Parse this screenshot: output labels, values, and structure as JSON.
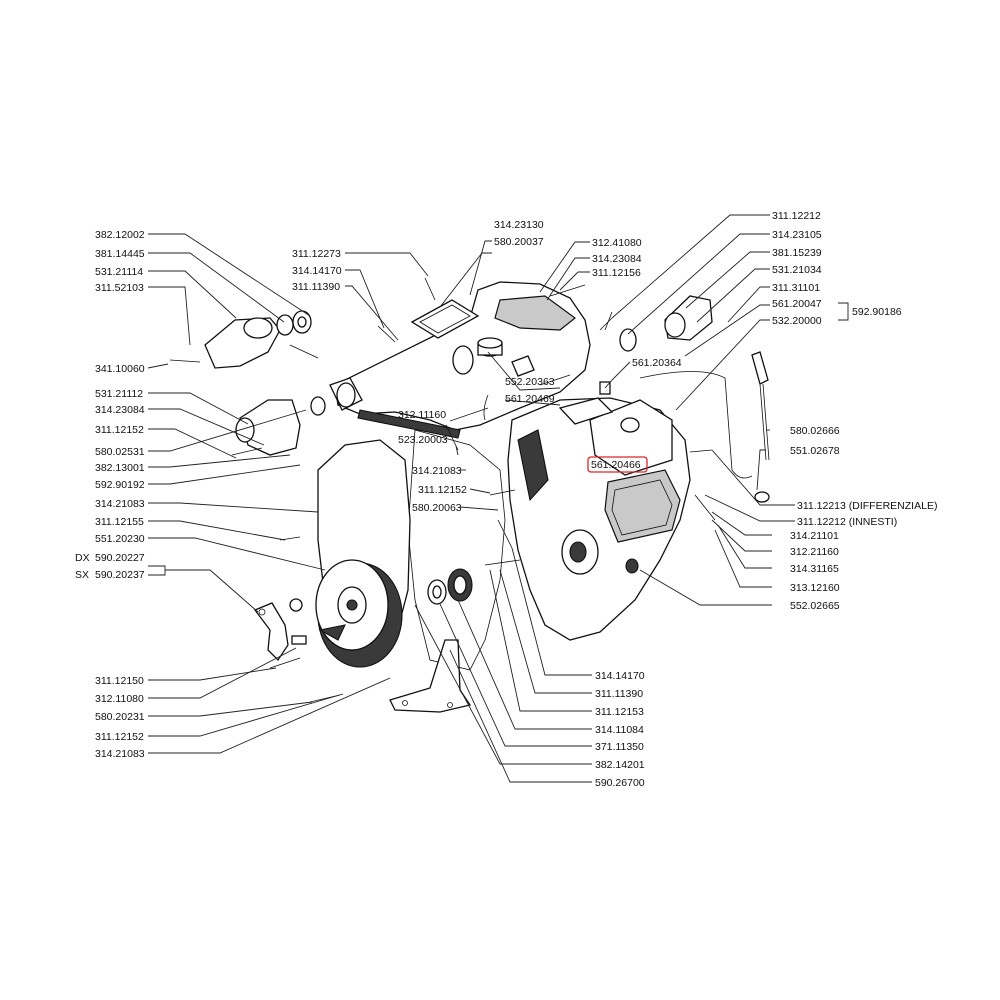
{
  "colors": {
    "highlight": "#d62828",
    "ink": "#111111"
  },
  "labels": {
    "l382_12002": "382.12002",
    "l381_14445": "381.14445",
    "l531_21114": "531.21114",
    "l311_52103": "311.52103",
    "l341_10060": "341.10060",
    "l531_21112": "531.21112",
    "l314_23084_left": "314.23084",
    "l311_12152_a": "311.12152",
    "l580_02531": "580.02531",
    "l382_13001": "382.13001",
    "l592_90192": "592.90192",
    "l314_21083_a": "314.21083",
    "l311_12155": "311.12155",
    "l551_20230": "551.20230",
    "dx_prefix": "DX",
    "l590_20227": "590.20227",
    "sx_prefix": "SX",
    "l590_20237": "590.20237",
    "l311_12150": "311.12150",
    "l312_11080": "312.11080",
    "l580_20231": "580.20231",
    "l311_12152_b": "311.12152",
    "l314_21083_b": "314.21083",
    "l311_12273": "311.12273",
    "l314_14170_top": "314.14170",
    "l311_11390_top": "311.11390",
    "l314_23130": "314.23130",
    "l580_20037": "580.20037",
    "l312_41080": "312.41080",
    "l314_23084_mid": "314.23084",
    "l311_12156": "311.12156",
    "l552_20363": "552.20363",
    "l561_20469": "561.20469",
    "l312_11160": "312.11160",
    "l523_20003": "523.20003",
    "l314_21083_mid": "314.21083",
    "l311_12152_mid": "311.12152",
    "l580_20063": "580.20063",
    "l561_20364": "561.20364",
    "l561_20466": "561.20466",
    "l311_12212_top": "311.12212",
    "l314_23105": "314.23105",
    "l381_15239": "381.15239",
    "l531_21034": "531.21034",
    "l311_31101": "311.31101",
    "l561_20047": "561.20047",
    "l592_90186": "592.90186",
    "l532_20000": "532.20000",
    "l580_02666": "580.02666",
    "l551_02678": "551.02678",
    "l311_12213": "311.12213 (DIFFERENZIALE)",
    "l311_12212_b": "311.12212 (INNESTI)",
    "l314_21101": "314.21101",
    "l312_21160": "312.21160",
    "l314_31165": "314.31165",
    "l313_12160": "313.12160",
    "l552_02665": "552.02665",
    "l314_14170_b": "314.14170",
    "l311_11390_b": "311.11390",
    "l311_12153": "311.12153",
    "l314_11084": "314.11084",
    "l371_11350": "371.11350",
    "l382_14201": "382.14201",
    "l590_26700": "590.26700"
  }
}
